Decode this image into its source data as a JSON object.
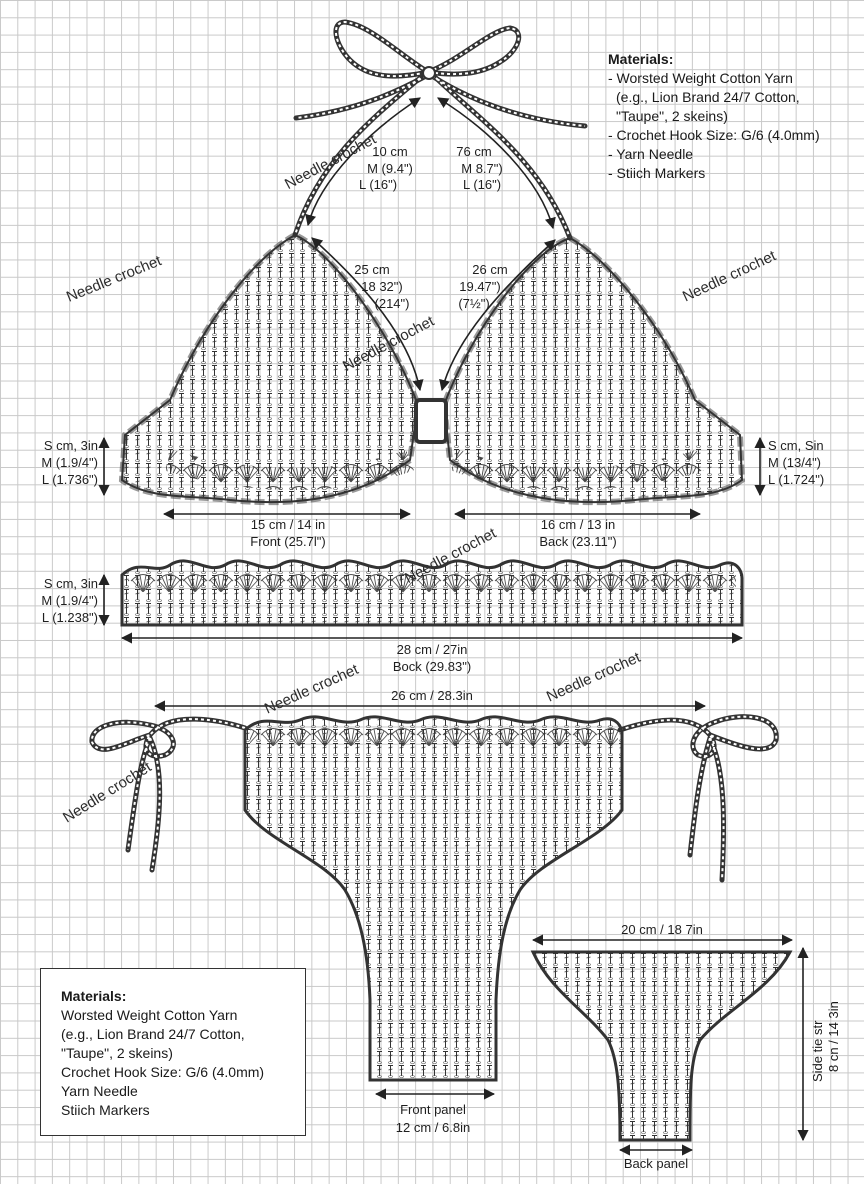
{
  "watermark": "Needle crochet",
  "materials_top": {
    "heading": "Materials:",
    "items": [
      "- Worsted Weight Cotton Yarn",
      "(e.g., Lion Brand 24/7 Cotton,",
      "\"Taupe\", 2 skeins)",
      "- Crochet Hook Size: G/6 (4.0mm)",
      "- Yarn Needle",
      "- Stiich Markers"
    ]
  },
  "materials_box": {
    "heading": "Materials:",
    "items": [
      "Worsted Weight Cotton Yarn",
      "(e.g., Lion Brand 24/7 Cotton,",
      "\"Taupe\", 2 skeins)",
      "Crochet Hook Size: G/6 (4.0mm)",
      "Yarn Needle",
      "Stiich Markers"
    ]
  },
  "top": {
    "strap_left": [
      "10 cm",
      "M (9.4\")",
      "L (16\")"
    ],
    "strap_right": [
      "76 cm",
      "M 8.7\")",
      "L (16\")"
    ],
    "cup_left": [
      "25 cm",
      "18 32\")",
      "(214\")"
    ],
    "cup_right": [
      "26 cm",
      "19.47\")",
      "(7½\")"
    ],
    "side_left": [
      "S cm, 3in",
      "M (1.9/4\")",
      "L (1.736\")"
    ],
    "side_right": [
      "S cm, Sin",
      "M (13/4\")",
      "L (1.724\")"
    ],
    "width_left": [
      "15 cm / 14 in",
      "Front (25.7l\")"
    ],
    "width_right": [
      "16 cm / 13 in",
      "Back (23.11\")"
    ]
  },
  "band": {
    "side": [
      "S cm, 3in",
      "M (1.9/4\")",
      "L (1.238\")"
    ],
    "width": [
      "28 cm / 27in",
      "Bock (29.83\")"
    ]
  },
  "bottom": {
    "top_width": "26 cm / 28.3in",
    "front_panel": [
      "Front panel",
      "12 cm / 6.8in"
    ],
    "back_width": "20 cm / 18 7in",
    "back_panel": "Back panel",
    "side_tie": [
      "Side tie str",
      "8 cn / 14 3in"
    ]
  }
}
